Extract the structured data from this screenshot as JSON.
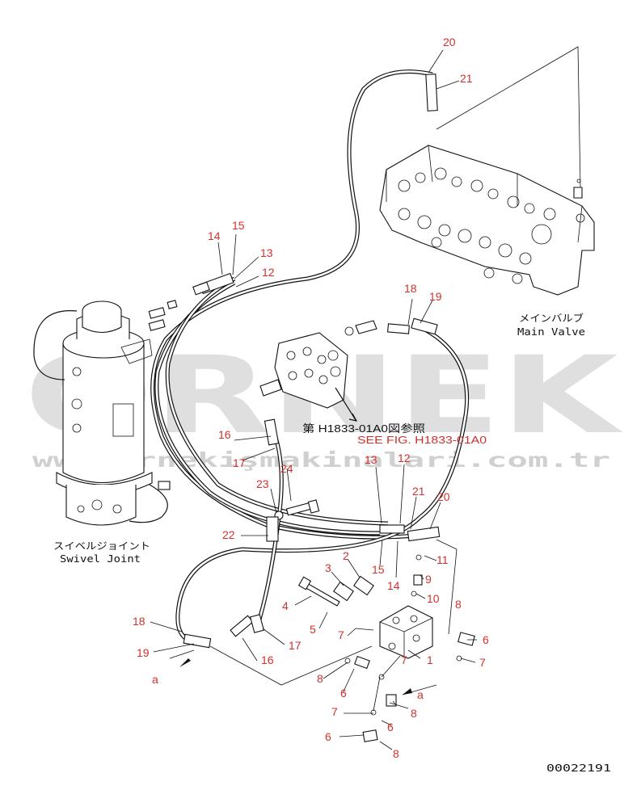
{
  "watermark": {
    "brand": "ORNEK",
    "site": "www.ornekişmakinalari.com.tr"
  },
  "components": {
    "main_valve_jp": "メインバルブ",
    "main_valve_en": "Main Valve",
    "swivel_joint_jp": "スイベルジョイント",
    "swivel_joint_en": "Swivel Joint"
  },
  "references": {
    "jp": "第 H1833-01A0図参照",
    "en": "SEE FIG. H1833-01A0"
  },
  "drawing_number": "00022191",
  "view_marks": [
    "a",
    "a"
  ],
  "callouts": [
    "20",
    "21",
    "14",
    "15",
    "13",
    "12",
    "18",
    "19",
    "16",
    "17",
    "24",
    "23",
    "13",
    "12",
    "21",
    "20",
    "22",
    "2",
    "3",
    "11",
    "15",
    "14",
    "9",
    "10",
    "4",
    "8",
    "5",
    "7",
    "6",
    "18",
    "17",
    "16",
    "19",
    "7",
    "1",
    "7",
    "8",
    "6",
    "a",
    "7",
    "6",
    "8",
    "6",
    "8",
    "a"
  ],
  "colors": {
    "callout": "#d0312d",
    "line": "#111111",
    "reference": "#d0312d",
    "watermark": "#9a9a9a"
  }
}
